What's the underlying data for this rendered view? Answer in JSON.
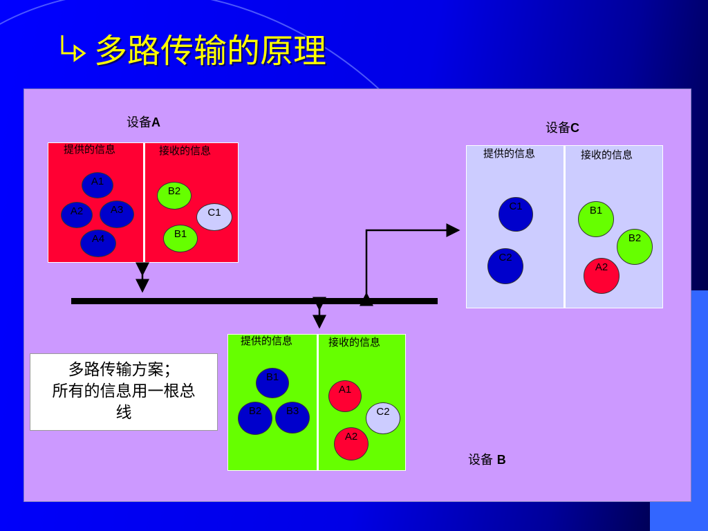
{
  "slide": {
    "title": "多路传输的原理"
  },
  "devices": [
    {
      "id": "A",
      "label_prefix": "设备",
      "label_name": "A",
      "provide_header": "提供的信息",
      "receive_header": "接收的信息",
      "provide_color": "#ff0033",
      "receive_color": "#ff0033",
      "provide_items": [
        {
          "label": "A1",
          "color": "#0000cc"
        },
        {
          "label": "A2",
          "color": "#0000cc"
        },
        {
          "label": "A3",
          "color": "#0000cc"
        },
        {
          "label": "A4",
          "color": "#0000cc"
        }
      ],
      "receive_items": [
        {
          "label": "B2",
          "color": "#66ff00"
        },
        {
          "label": "C1",
          "color": "#ccccff"
        },
        {
          "label": "B1",
          "color": "#66ff00"
        }
      ]
    },
    {
      "id": "C",
      "label_prefix": "设备",
      "label_name": "C",
      "provide_header": "提供的信息",
      "receive_header": "接收的信息",
      "provide_color": "#ccccff",
      "receive_color": "#ccccff",
      "provide_items": [
        {
          "label": "C1",
          "color": "#0000cc"
        },
        {
          "label": "C2",
          "color": "#0000cc"
        }
      ],
      "receive_items": [
        {
          "label": "B1",
          "color": "#66ff00"
        },
        {
          "label": "B2",
          "color": "#66ff00"
        },
        {
          "label": "A2",
          "color": "#ff0033"
        }
      ]
    },
    {
      "id": "B",
      "label_prefix": "设备 ",
      "label_name": "B",
      "provide_header": "提供的信息",
      "receive_header": "接收的信息",
      "provide_color": "#66ff00",
      "receive_color": "#66ff00",
      "provide_items": [
        {
          "label": "B1",
          "color": "#0000cc"
        },
        {
          "label": "B2",
          "color": "#0000cc"
        },
        {
          "label": "B3",
          "color": "#0000cc"
        }
      ],
      "receive_items": [
        {
          "label": "A1",
          "color": "#ff0033"
        },
        {
          "label": "C2",
          "color": "#ccccff"
        },
        {
          "label": "A2",
          "color": "#ff0033"
        }
      ]
    }
  ],
  "note": {
    "lines": [
      "多路传输方案；",
      "所有的信息用一根总",
      "线"
    ]
  },
  "colors": {
    "title": "#ffff00",
    "panel": "#cc99ff",
    "bus": "#000000"
  }
}
